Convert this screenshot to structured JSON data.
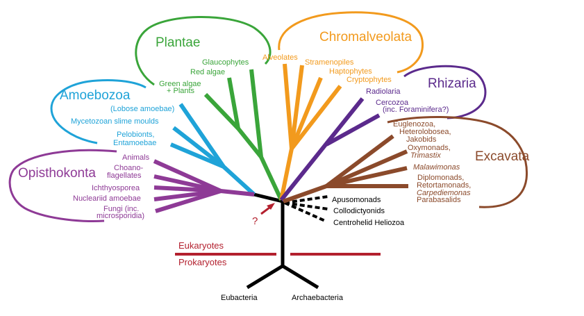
{
  "colors": {
    "plantae": "#3aa53a",
    "chromalveolata": "#f29a1d",
    "rhizaria": "#5b2a8c",
    "excavata": "#8b4a2b",
    "amoebozoa": "#1fa3d8",
    "opisthokonta": "#8e3a96",
    "trunk": "#000000",
    "divider": "#b3202e"
  },
  "groups": {
    "plantae": "Plantae",
    "chromalveolata": "Chromalveolata",
    "rhizaria": "Rhizaria",
    "excavata": "Excavata",
    "amoebozoa": "Amoebozoa",
    "opisthokonta": "Opisthokonta"
  },
  "plantae": {
    "glaucophytes": "Glaucophytes",
    "red_algae": "Red algae",
    "green_algae_1": "Green algae",
    "green_algae_2": "+ Plants"
  },
  "chromalveolata": {
    "alveolates": "Alveolates",
    "stramenopiles": "Stramenopiles",
    "haptophytes": "Haptophytes",
    "cryptophytes": "Cryptophytes"
  },
  "rhizaria": {
    "radiolaria": "Radiolaria",
    "cercozoa_1": "Cercozoa",
    "cercozoa_2": "(inc. Foraminifera?)"
  },
  "excavata": {
    "euglenozoa": "Euglenozoa,",
    "heterolobosea": "Heterolobosea,",
    "jakobids": "Jakobids",
    "oxymonads": "Oxymonads,",
    "trimastix": "Trimastix",
    "malawimonas": "Malawimonas",
    "diplomonads": "Diplomonads,",
    "retortamonads": "Retortamonads,",
    "carpediemonas": "Carpediemonas",
    "parabasalids": "Parabasalids"
  },
  "amoebozoa": {
    "lobose": "(Lobose amoebae)",
    "mycetozoan": "Mycetozoan slime moulds",
    "pelobionts": "Pelobionts,",
    "entamoebae": "Entamoebae"
  },
  "opisthokonta": {
    "animals": "Animals",
    "choano_1": "Choano-",
    "choano_2": "flagellates",
    "ichthyosporea": "Ichthyosporea",
    "nucleariid": "Nucleariid amoebae",
    "fungi_1": "Fungi (inc.",
    "fungi_2": "microsporidia)"
  },
  "unplaced": {
    "apusomonads": "Apusomonads",
    "collodictyonids": "Collodictyonids",
    "centrohelid": "Centrohelid Heliozoa"
  },
  "root": {
    "question": "?",
    "eukaryotes": "Eukaryotes",
    "prokaryotes": "Prokaryotes",
    "eubacteria": "Eubacteria",
    "archaebacteria": "Archaebacteria"
  }
}
